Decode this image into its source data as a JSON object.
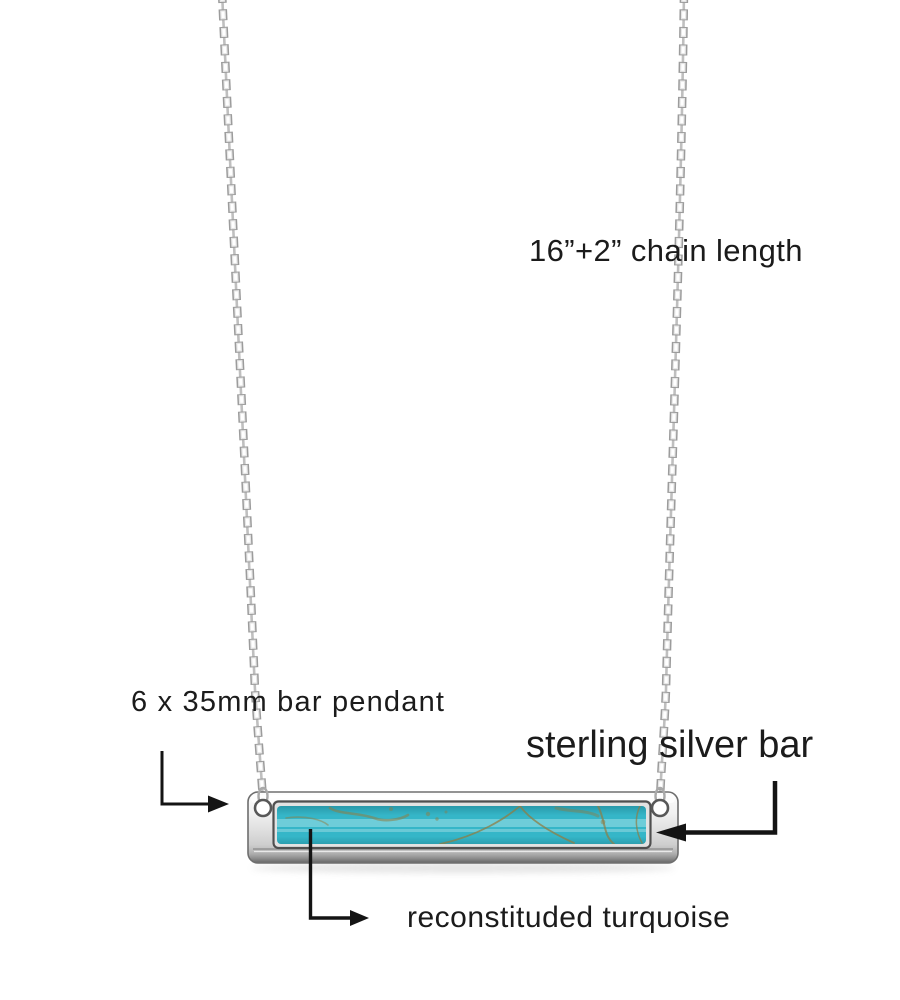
{
  "annotations": {
    "chain_length": {
      "label": "16”+2” chain length"
    },
    "bar_pendant": {
      "label": "6 x 35mm bar pendant"
    },
    "silver_bar": {
      "label": "sterling silver bar"
    },
    "turquoise": {
      "label": "reconstituded turquoise"
    }
  },
  "colors": {
    "background": "#ffffff",
    "annotation_ink": "#141414",
    "turquoise_stone": "#35b6c8",
    "turquoise_highlight": "#a8e4ea",
    "matrix_vein": "#8f7d44",
    "silver_light": "#fdfdfd",
    "silver_mid": "#d6d6d6",
    "silver_deep": "#6a6a6a",
    "chain_link": "#9c9c9c"
  }
}
